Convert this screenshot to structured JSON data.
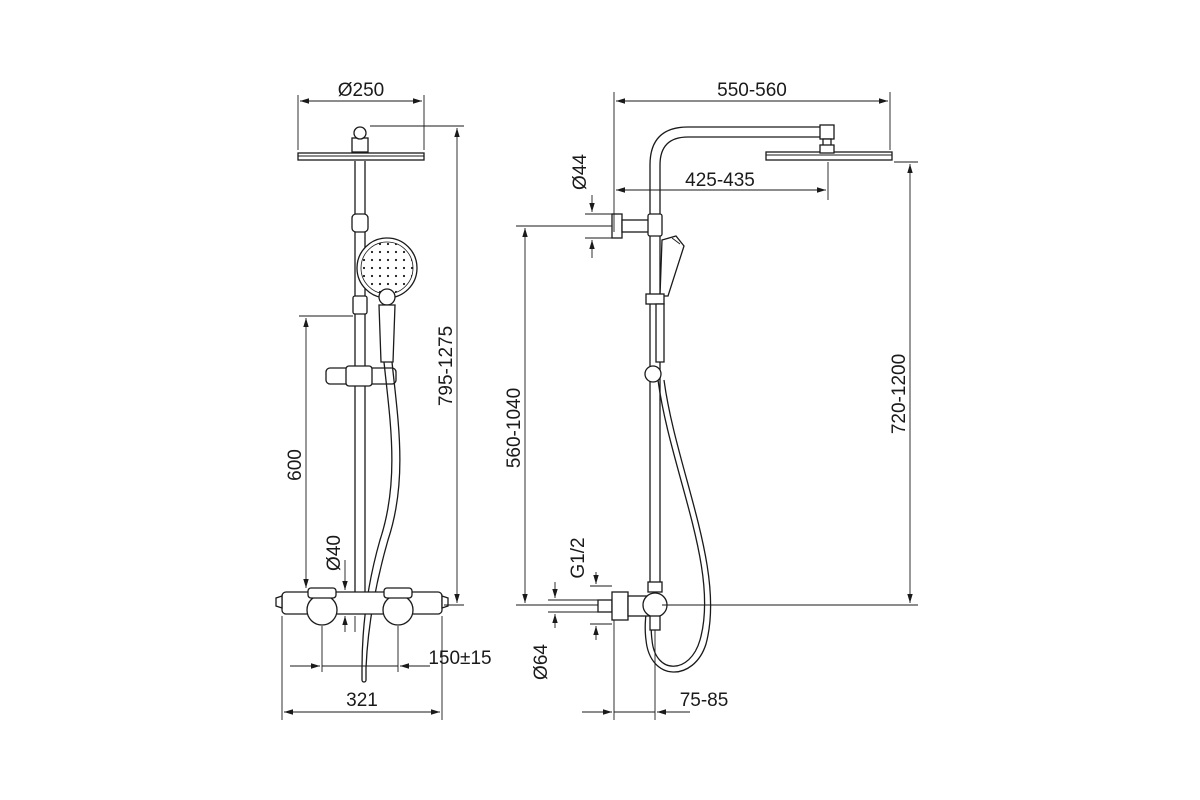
{
  "drawing": {
    "front_view": {
      "shower_head_diameter": "Ø250",
      "height_range": "795-1275",
      "slider_height": "600",
      "pipe_diameter": "Ø40",
      "connection_distance": "150±15",
      "mixer_width": "321"
    },
    "side_view": {
      "arm_length": "550-560",
      "arm_inner_length": "425-435",
      "bracket_diameter": "Ø44",
      "bracket_height_range": "560-1040",
      "head_height_range": "720-1200",
      "thread": "G1/2",
      "escutcheon_diameter": "Ø64",
      "wall_offset": "75-85"
    }
  }
}
